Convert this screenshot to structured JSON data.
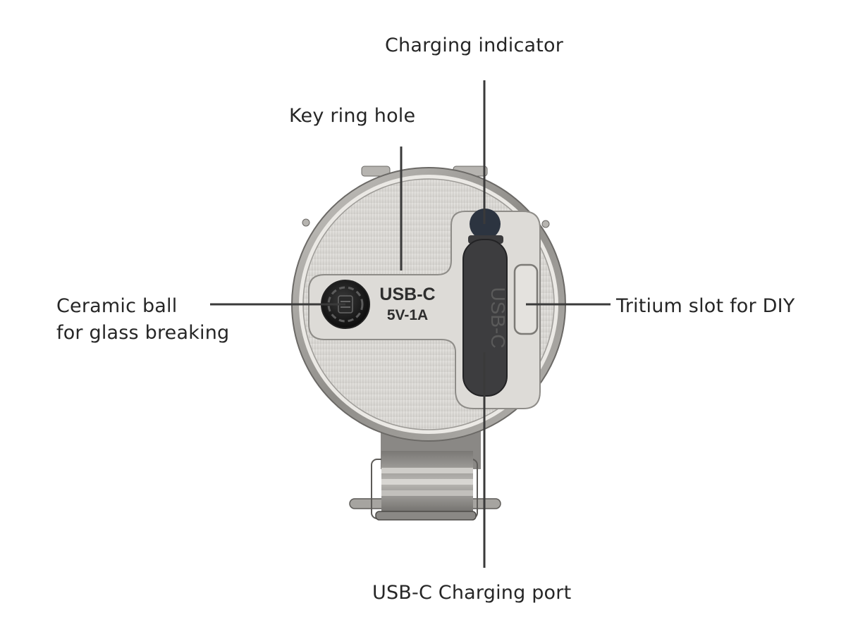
{
  "diagram": {
    "subject": "Keychain flashlight tail cap (back view)",
    "callouts": [
      {
        "id": "charging-indicator",
        "label": "Charging indicator"
      },
      {
        "id": "key-ring-hole",
        "label": "Key ring hole"
      },
      {
        "id": "ceramic-ball",
        "label_lines": [
          "Ceramic ball",
          "for glass breaking"
        ]
      },
      {
        "id": "tritium-slot",
        "label": "Tritium slot for DIY"
      },
      {
        "id": "usbc-port",
        "label": "USB-C Charging port"
      }
    ],
    "device_markings": {
      "plate_line1": "USB-C",
      "plate_line2": "5V-1A",
      "port_cover_text": "USB-C"
    },
    "colors": {
      "label_text": "#262626",
      "leader_line": "#3a3a3a",
      "body_metal": "#d8d6d2",
      "rim_metal": "#a9a7a3",
      "port_cover": "#3d3d3f",
      "indicator": "#2c3440"
    }
  }
}
